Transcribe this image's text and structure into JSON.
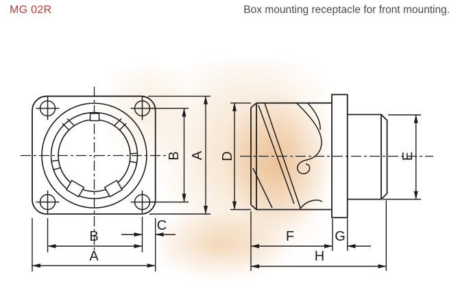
{
  "header": {
    "product_code": "MG 02R",
    "description": "Box mounting receptacle for front mounting."
  },
  "front_view": {
    "labels": {
      "b_vertical": "B",
      "a_vertical": "A",
      "b_horizontal": "B",
      "c_offset": "C",
      "a_horizontal": "A"
    }
  },
  "side_view": {
    "labels": {
      "d_diameter": "D",
      "e_diameter": "E",
      "f_length": "F",
      "g_flange": "G",
      "h_length": "H"
    }
  },
  "colors": {
    "accent_red": "#c23a30",
    "line": "#1c1c1c",
    "description_text": "#4a4a4a",
    "watermark_tan": "#e8b987"
  }
}
